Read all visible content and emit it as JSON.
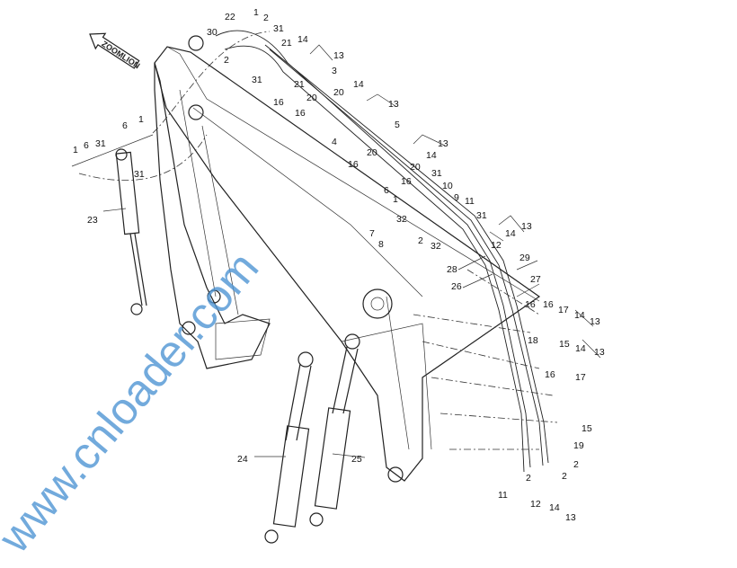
{
  "title": "Boom and arm hydraulic pipeline exploded parts diagram",
  "logo": "ZOOMLION",
  "watermark": "www.cnloader.com",
  "colors": {
    "watermark": "#4f95d4",
    "line": "#222222"
  },
  "labels": [
    "22",
    "1",
    "2",
    "31",
    "30",
    "21",
    "14",
    "13",
    "2",
    "3",
    "31",
    "21",
    "16",
    "20",
    "20",
    "14",
    "13",
    "16",
    "6",
    "1",
    "1",
    "6",
    "31",
    "31",
    "4",
    "5",
    "13",
    "20",
    "14",
    "16",
    "20",
    "31",
    "16",
    "10",
    "9",
    "6",
    "1",
    "11",
    "32",
    "31",
    "13",
    "14",
    "2",
    "32",
    "12",
    "7",
    "8",
    "23",
    "28",
    "29",
    "27",
    "26",
    "16",
    "16",
    "17",
    "14",
    "13",
    "18",
    "15",
    "14",
    "13",
    "16",
    "17",
    "15",
    "19",
    "2",
    "2",
    "2",
    "11",
    "12",
    "14",
    "13",
    "24",
    "25"
  ]
}
